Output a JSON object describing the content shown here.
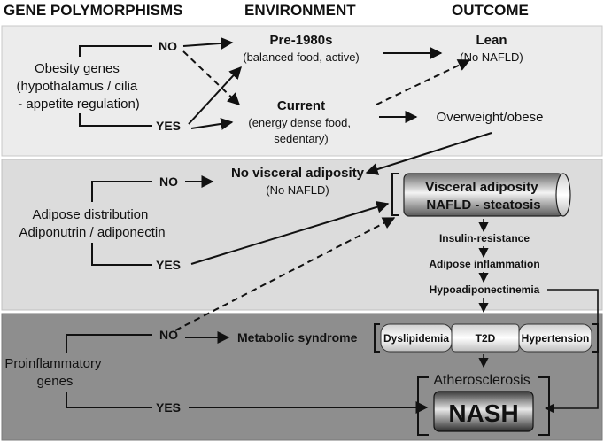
{
  "headers": {
    "gene": "GENE POLYMORPHISMS",
    "environment": "ENVIRONMENT",
    "outcome": "OUTCOME"
  },
  "panel1": {
    "factor_lines": [
      "Obesity genes",
      "(hypothalamus / cilia",
      "- appetite regulation)"
    ],
    "no": "NO",
    "yes": "YES",
    "pre1980_title": "Pre-1980s",
    "pre1980_sub": "(balanced food, active)",
    "current_title": "Current",
    "current_sub_lines": [
      "(energy dense food,",
      "sedentary)"
    ],
    "lean_title": "Lean",
    "lean_sub": "(No NAFLD)",
    "overweight": "Overweight/obese"
  },
  "panel2": {
    "factor_lines": [
      "Adipose distribution",
      "Adiponutrin / adiponectin"
    ],
    "no": "NO",
    "yes": "YES",
    "no_visceral_title": "No visceral adiposity",
    "no_visceral_sub": "(No NAFLD)",
    "visceral_lines": [
      "Visceral adiposity",
      "NAFLD - steatosis"
    ],
    "insulin": "Insulin-resistance",
    "adipose_inflammation": "Adipose inflammation",
    "hypoadipo": "Hypoadiponectinemia"
  },
  "panel3": {
    "factor_lines": [
      "Proinflammatory",
      "genes"
    ],
    "no": "NO",
    "yes": "YES",
    "metabolic": "Metabolic syndrome",
    "components": [
      "Dyslipidemia",
      "T2D",
      "Hypertension"
    ],
    "atherosclerosis": "Atherosclerosis",
    "nash": "NASH"
  },
  "colors": {
    "panel1": "#ececec",
    "panel2": "#dcdcdc",
    "panel3": "#8e8e8e"
  }
}
